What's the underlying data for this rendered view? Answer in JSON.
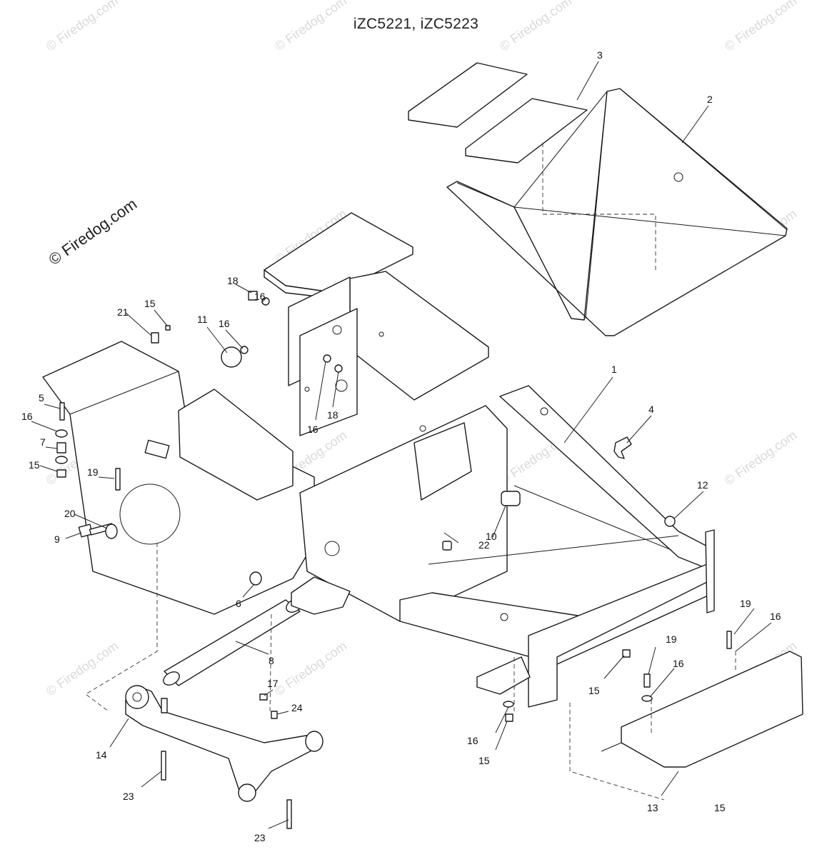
{
  "title": "iZC5221, iZC5223",
  "watermark": {
    "main": "© Firedog.com",
    "repeat": "© Firedog.com"
  },
  "callouts": [
    "1",
    "2",
    "3",
    "4",
    "5",
    "6",
    "7",
    "8",
    "9",
    "10",
    "11",
    "12",
    "13",
    "14",
    "15",
    "15",
    "15",
    "15",
    "15",
    "16",
    "16",
    "16",
    "16",
    "16",
    "16",
    "16",
    "17",
    "18",
    "18",
    "19",
    "19",
    "19",
    "20",
    "21",
    "22",
    "23",
    "23",
    "24"
  ],
  "colors": {
    "line": "#1a1a1a",
    "watermark": "#d9d9d9",
    "background": "#ffffff"
  }
}
